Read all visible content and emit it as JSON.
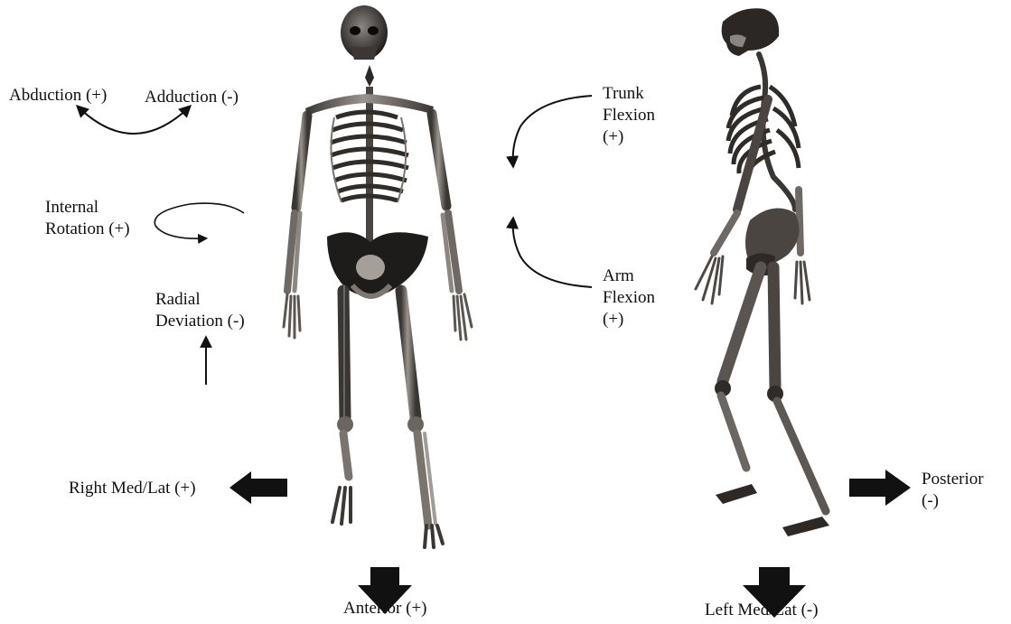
{
  "labels": {
    "abduction": "Abduction (+)",
    "adduction": "Adduction (-)",
    "internal_rotation": "Internal\nRotation (+)",
    "radial_deviation": "Radial\nDeviation (-)",
    "right_medlat": "Right Med/Lat (+)",
    "anterior": "Anterior (+)",
    "trunk_flexion": "Trunk\nFlexion\n(+)",
    "arm_flexion": "Arm\nFlexion\n(+)",
    "posterior": "Posterior\n(-)",
    "left_medlat": "Left Med/Lat (-)"
  },
  "figures": {
    "front": "skeleton-front-view",
    "side": "skeleton-side-view"
  },
  "colors": {
    "text": "#111111",
    "arrow": "#111111",
    "bone_light": "#8a8580",
    "bone_dark": "#2a2725"
  }
}
